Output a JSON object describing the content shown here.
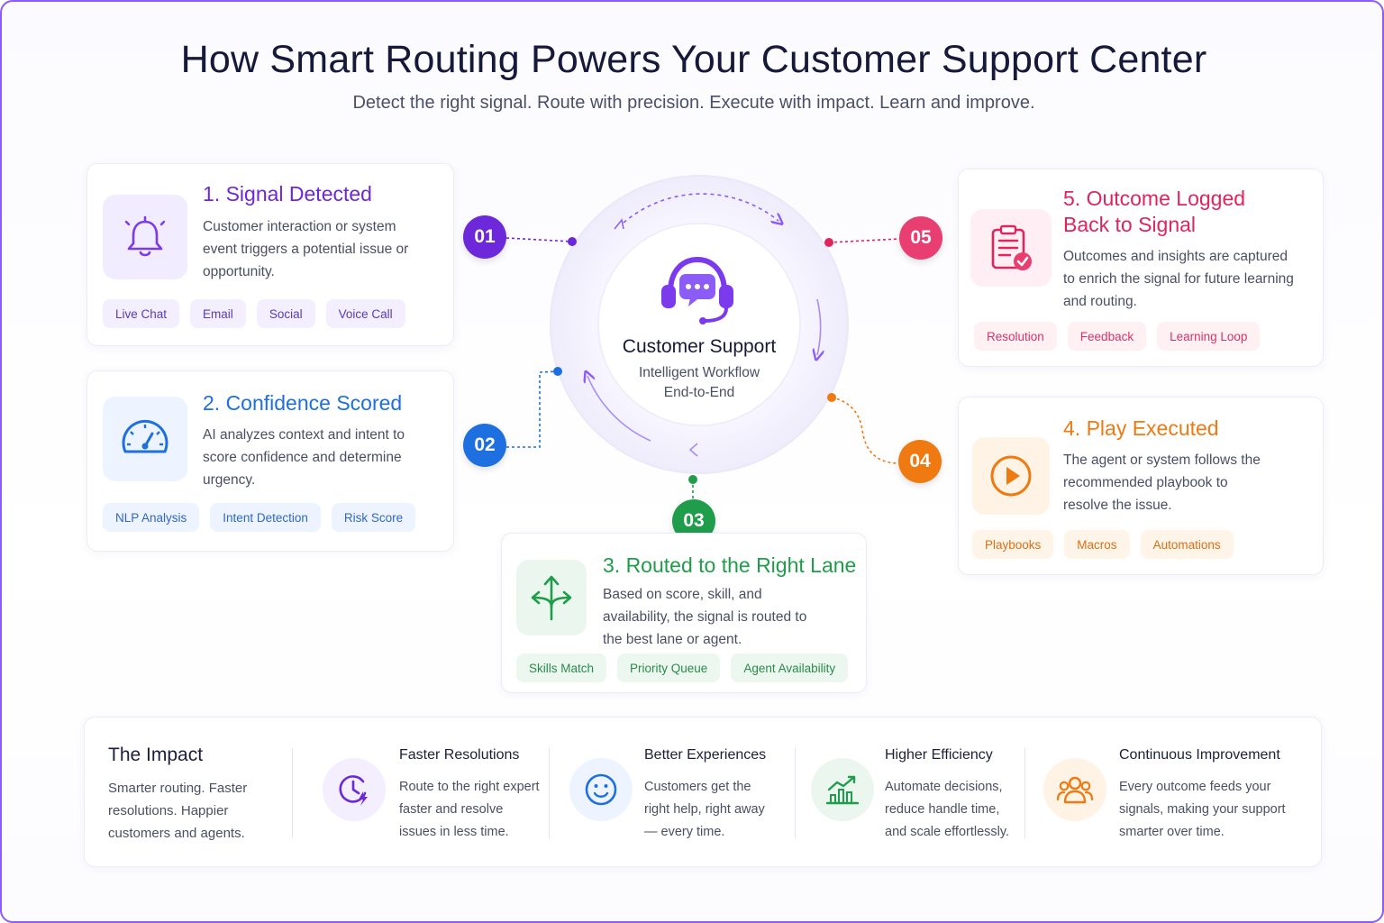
{
  "header": {
    "title": "How Smart Routing Powers Your Customer Support Center",
    "subtitle": "Detect the right signal. Route with precision. Execute with impact. Learn and improve."
  },
  "center": {
    "title": "Customer Support",
    "line1": "Intelligent Workflow",
    "line2": "End-to-End"
  },
  "steps": [
    {
      "badge": "01",
      "title": "1. Signal Detected",
      "desc": "Customer interaction or system event triggers a potential issue or opportunity.",
      "chips": [
        "Live Chat",
        "Email",
        "Social",
        "Voice Call"
      ],
      "color": "#6d28d9",
      "icon": "bell-icon"
    },
    {
      "badge": "02",
      "title": "2. Confidence Scored",
      "desc": "AI analyzes context and intent to score confidence and determine urgency.",
      "chips": [
        "NLP Analysis",
        "Intent Detection",
        "Risk Score"
      ],
      "color": "#1e6fe0",
      "icon": "speedometer-icon"
    },
    {
      "badge": "03",
      "title": "3. Routed to the Right Lane",
      "desc": "Based on score, skill, and availability, the signal is routed to the best lane or agent.",
      "chips": [
        "Skills Match",
        "Priority Queue",
        "Agent Availability"
      ],
      "color": "#1f9d4a",
      "icon": "route-split-icon"
    },
    {
      "badge": "04",
      "title": "4. Play Executed",
      "desc": "The agent or system follows the recommended playbook to resolve the issue.",
      "chips": [
        "Playbooks",
        "Macros",
        "Automations"
      ],
      "color": "#f07a12",
      "icon": "play-icon"
    },
    {
      "badge": "05",
      "title_line1": "5. Outcome Logged",
      "title_line2": "Back to Signal",
      "desc": "Outcomes and insights are captured to enrich the signal for future learning and routing.",
      "chips": [
        "Resolution",
        "Feedback",
        "Learning Loop"
      ],
      "color": "#e0245e",
      "icon": "clipboard-check-icon"
    }
  ],
  "impact": {
    "title": "The Impact",
    "desc": "Smarter routing. Faster resolutions. Happier customers and agents.",
    "items": [
      {
        "title": "Faster Resolutions",
        "desc": "Route to the right expert faster and resolve issues in less time.",
        "icon": "clock-bolt-icon"
      },
      {
        "title": "Better Experiences",
        "desc": "Customers get the right help, right away — every time.",
        "icon": "smiley-icon"
      },
      {
        "title": "Higher Efficiency",
        "desc": "Automate decisions, reduce handle time, and scale effortlessly.",
        "icon": "growth-chart-icon"
      },
      {
        "title": "Continuous Improvement",
        "desc": "Every outcome feeds your signals, making your support smarter over time.",
        "icon": "people-icon"
      }
    ]
  }
}
